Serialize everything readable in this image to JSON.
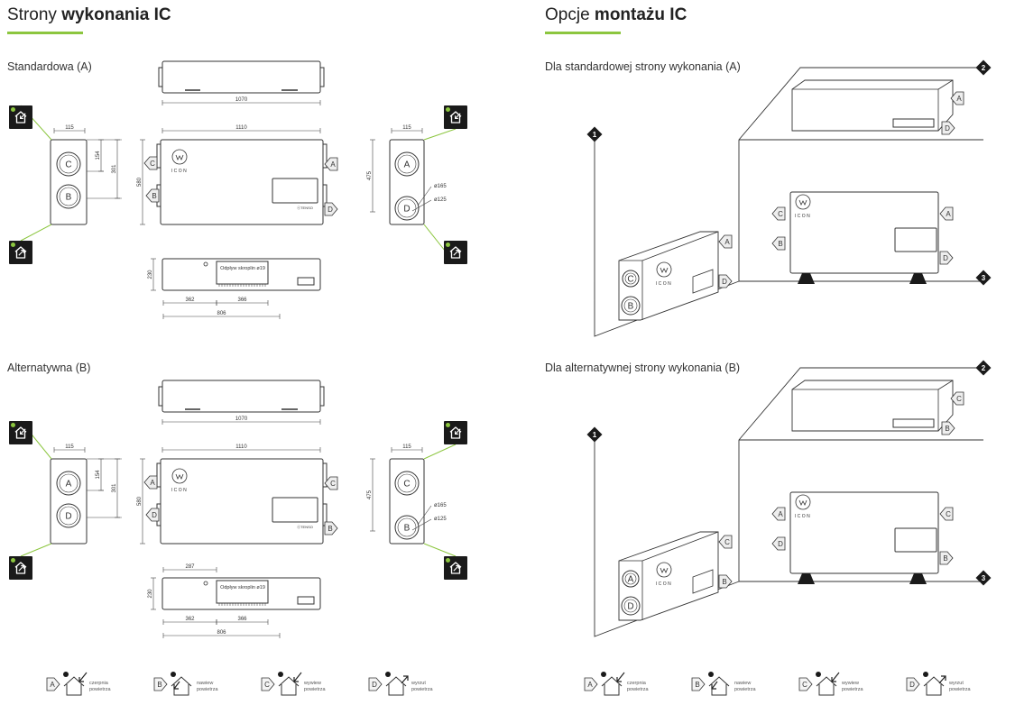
{
  "left": {
    "title_light": "Strony ",
    "title_bold": "wykonania IC",
    "section_a_label": "Standardowa (A)",
    "section_b_label": "Alternatywna (B)",
    "dims": {
      "d1070": "1070",
      "d1110": "1110",
      "d115": "115",
      "d154": "154",
      "d301": "301",
      "d580": "580",
      "d475": "475",
      "d230": "230",
      "d362": "362",
      "d366": "366",
      "d806": "806",
      "d287": "287",
      "phi165": "ø165",
      "phi125": "ø125"
    },
    "condensate": "Odpływ skroplin ø19",
    "brand": "ICON",
    "maker": "ⓔTENSO"
  },
  "right": {
    "title_light": "Opcje ",
    "title_bold": "montażu IC",
    "section_a_label": "Dla standardowej strony wykonania (A)",
    "section_b_label": "Dla alternatywnej strony wykonania (B)",
    "markers": [
      "1",
      "2",
      "3"
    ]
  },
  "ports": {
    "a": "A",
    "b": "B",
    "c": "C",
    "d": "D"
  },
  "legend": [
    {
      "letter": "A",
      "line1": "czerpnia",
      "line2": "powietrza"
    },
    {
      "letter": "B",
      "line1": "nawiew",
      "line2": "powietrza"
    },
    {
      "letter": "C",
      "line1": "wywiew",
      "line2": "powietrza"
    },
    {
      "letter": "D",
      "line1": "wyrzut",
      "line2": "powietrza"
    }
  ],
  "colors": {
    "accent": "#8cc63f",
    "icon_bg": "#1a1a1a",
    "line": "#333333"
  }
}
